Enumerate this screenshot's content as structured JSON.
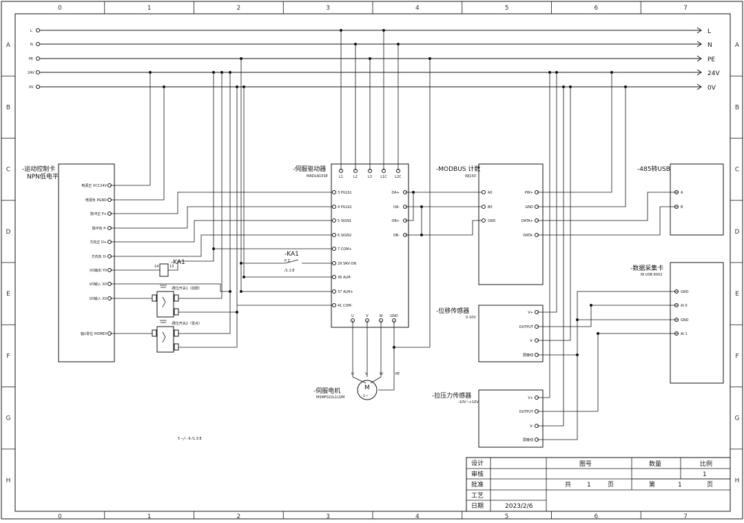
{
  "border": {
    "columns": [
      "0",
      "1",
      "2",
      "3",
      "4",
      "5",
      "6",
      "7"
    ],
    "rows": [
      "A",
      "B",
      "C",
      "D",
      "E",
      "F",
      "G",
      "H"
    ]
  },
  "buses": [
    {
      "left": "L",
      "right": "L"
    },
    {
      "left": "N",
      "right": "N"
    },
    {
      "left": "PE",
      "right": "PE"
    },
    {
      "left": "24V",
      "right": "24V"
    },
    {
      "left": "0V",
      "right": "0V"
    }
  ],
  "motion_card": {
    "title1": "-运动控制卡",
    "title2": "NPN低电平",
    "pins": [
      "电源正 VCC24V",
      "电源负 PGND",
      "脉冲正 P+",
      "脉冲负 P-",
      "方向正 D+",
      "方向负 D-",
      "I/O输出 Y0",
      "I/O输入 X0",
      "I/O输入 X0",
      "轴1零位 HOME0"
    ]
  },
  "servo_drive": {
    "title": "-伺服驱动器",
    "model": "MADLN15SE",
    "top_pins": [
      "L1",
      "L2",
      "L3",
      "L1C",
      "L2C"
    ],
    "left_pins": [
      "3 PULS1",
      "4 PULS2",
      "5 SIGN1",
      "6 SIGN2",
      "7 COM+",
      "29 SRV-ON",
      "36 ALM-",
      "37 ALM+",
      "41 COM-"
    ],
    "right_pins": [
      "OA+",
      "OA-",
      "OB+",
      "OB-"
    ],
    "bottom_pins": [
      "U",
      "V",
      "W",
      "GND"
    ]
  },
  "modbus": {
    "title": "-MODBUS 计数",
    "model": "WJ150",
    "left_pins": [
      "A0",
      "B0",
      "GND"
    ],
    "right_pins": [
      "PW+",
      "GND",
      "DATA+",
      "DATA-"
    ]
  },
  "usb485": {
    "title": "-485转USB",
    "pins": [
      "A",
      "B"
    ]
  },
  "daq": {
    "title": "-数据采集卡",
    "model": "NI USB 6002",
    "pins": [
      "GND",
      "AI 0",
      "GND",
      "AI 1"
    ]
  },
  "disp_sensor": {
    "title": "-位移传感器",
    "range": "0-10V",
    "pins": [
      "V+",
      "OUTPUT",
      "V-",
      "屏蔽线"
    ]
  },
  "force_sensor": {
    "title": "-拉压力传感器",
    "range": "-10V~+10V",
    "pins": [
      "V+",
      "OUTPUT",
      "V-",
      "屏蔽线"
    ]
  },
  "relay": {
    "name": "-KA1",
    "coil_a": "14",
    "coil_b": "13",
    "contact_label": "-KA1",
    "contact_pins": "P       Z",
    "contact_ref": "/1.1:E",
    "legend": "5 ─╱─ 9 /1.3:E"
  },
  "limit1": {
    "label": "-限位开关1（前限）"
  },
  "limit2": {
    "label": "-限位开关2（零点）"
  },
  "motor": {
    "title": "-伺服电机",
    "model": "MSMF022L1U2M",
    "symbol": "M",
    "phase": "1~",
    "pins": [
      "U",
      "V",
      "W",
      "PE"
    ]
  },
  "title_block": {
    "design": "设计",
    "check": "审核",
    "approve": "批准",
    "process": "工艺",
    "date_label": "日期",
    "date": "2023/2/6",
    "drawing_no": "图号",
    "quantity": "数量",
    "scale": "比例",
    "scale_value": "1",
    "total_a": "共",
    "total_n": "1",
    "total_b": "页",
    "page_a": "第",
    "page_n": "1",
    "page_b": "页"
  }
}
